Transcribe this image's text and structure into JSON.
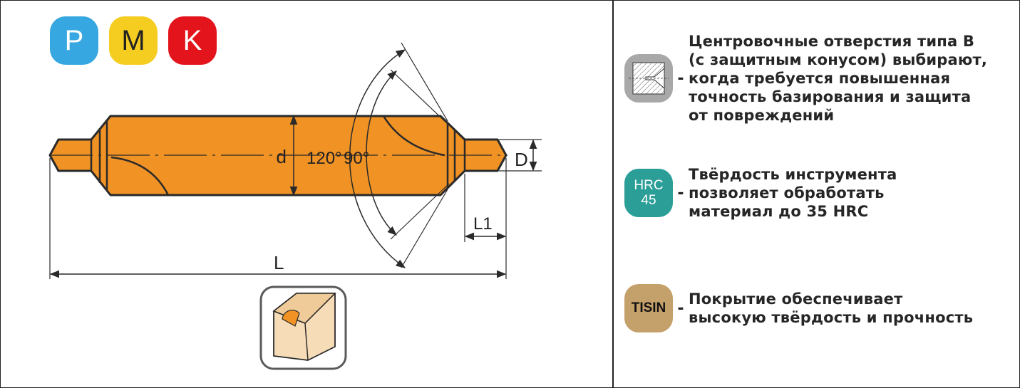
{
  "colors": {
    "tool_orange": "#f09224",
    "p_blue": "#36a7e0",
    "m_yellow": "#f5cd20",
    "k_red": "#e3141b",
    "hrc_teal": "#2b9e98",
    "tisin_gold": "#c4a06a",
    "workpiece_beige": "#f7dcb8",
    "line_dark": "#2a2a2a"
  },
  "materials": [
    {
      "letter": "P",
      "color": "#36a7e0",
      "text_color": "#ffffff"
    },
    {
      "letter": "M",
      "color": "#f5cd20",
      "text_color": "#222222"
    },
    {
      "letter": "K",
      "color": "#e3141b",
      "text_color": "#ffffff"
    }
  ],
  "drawing": {
    "label_d": "d",
    "label_D": "D",
    "label_L": "L",
    "label_L1": "L1",
    "angle_large": "120°",
    "angle_small": "90°"
  },
  "icons": {
    "workpiece": "cube-cut-icon",
    "centre_hole": "centre-hole-section-icon"
  },
  "features": [
    {
      "icon": "centre-hole-section-icon",
      "dash": "-",
      "lines": [
        "Центровочные отверстия типа В",
        "(с защитным конусом) выбирают,",
        "когда требуется повышенная",
        "точность базирования и защита",
        "от повреждений"
      ]
    },
    {
      "icon_line1": "HRC",
      "icon_line2": "45",
      "dash": "-",
      "lines": [
        "Твёрдость инструмента",
        "позволяет обработать",
        "материал до 35 HRC"
      ]
    },
    {
      "icon_text": "TISIN",
      "dash": "-",
      "lines": [
        "Покрытие обеспечивает",
        "высокую твёрдость и прочность"
      ]
    }
  ]
}
